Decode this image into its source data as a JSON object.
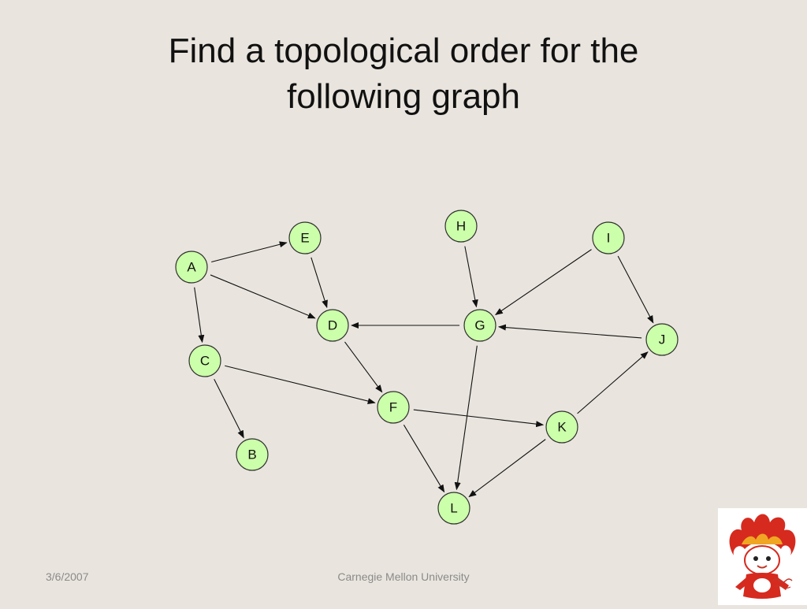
{
  "slide": {
    "title_line1": "Find a topological order for the",
    "title_line2": "following graph",
    "footer_date": "3/6/2007",
    "footer_org": "Carnegie Mellon University"
  },
  "graph": {
    "node_fill": "#ccffaa",
    "nodes": [
      {
        "id": "A",
        "label": "A"
      },
      {
        "id": "B",
        "label": "B"
      },
      {
        "id": "C",
        "label": "C"
      },
      {
        "id": "D",
        "label": "D"
      },
      {
        "id": "E",
        "label": "E"
      },
      {
        "id": "F",
        "label": "F"
      },
      {
        "id": "G",
        "label": "G"
      },
      {
        "id": "H",
        "label": "H"
      },
      {
        "id": "I",
        "label": "I"
      },
      {
        "id": "J",
        "label": "J"
      },
      {
        "id": "K",
        "label": "K"
      },
      {
        "id": "L",
        "label": "L"
      }
    ],
    "edges": [
      {
        "from": "A",
        "to": "E"
      },
      {
        "from": "A",
        "to": "D"
      },
      {
        "from": "A",
        "to": "C"
      },
      {
        "from": "E",
        "to": "D"
      },
      {
        "from": "C",
        "to": "F"
      },
      {
        "from": "C",
        "to": "B"
      },
      {
        "from": "D",
        "to": "F"
      },
      {
        "from": "G",
        "to": "D"
      },
      {
        "from": "H",
        "to": "G"
      },
      {
        "from": "I",
        "to": "G"
      },
      {
        "from": "I",
        "to": "J"
      },
      {
        "from": "J",
        "to": "G"
      },
      {
        "from": "G",
        "to": "L"
      },
      {
        "from": "F",
        "to": "K"
      },
      {
        "from": "F",
        "to": "L"
      },
      {
        "from": "K",
        "to": "J"
      },
      {
        "from": "K",
        "to": "L"
      }
    ]
  }
}
